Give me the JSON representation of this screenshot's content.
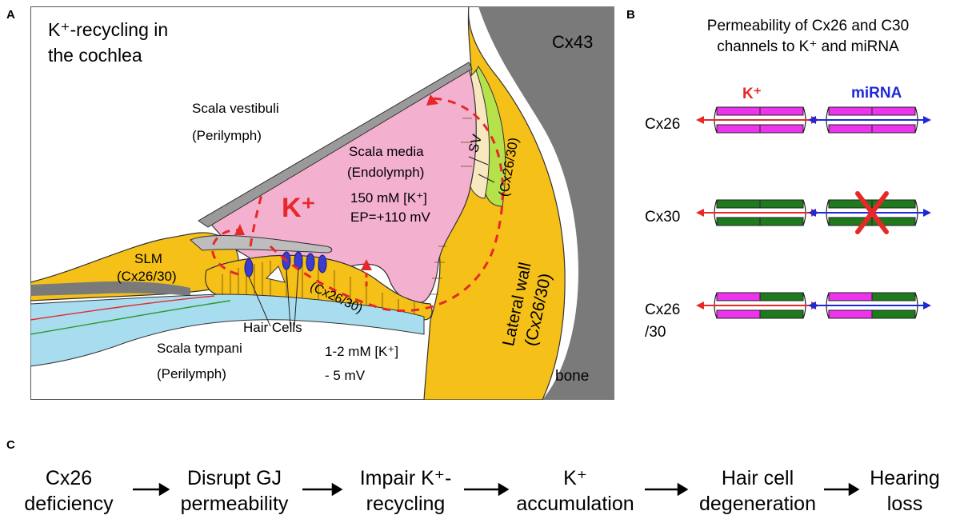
{
  "panels": {
    "a": "A",
    "b": "B",
    "c": "C"
  },
  "panel_a": {
    "title_line1": "K⁺-recycling in",
    "title_line2": "the cochlea",
    "cx43": "Cx43",
    "bone": "bone",
    "scala_vestibuli": "Scala vestibuli",
    "perilymph_top": "(Perilymph)",
    "scala_media": "Scala media",
    "endolymph": "(Endolymph)",
    "k_conc_media": "150 mM [K⁺]",
    "ep": "EP=+110 mV",
    "k_big": "K⁺",
    "sv": "SV",
    "sv_cx": "(Cx26/30)",
    "slm": "SLM",
    "slm_cx": "(Cx26/30)",
    "organ_cx": "(Cx26/30)",
    "hair_cells": "Hair Cells",
    "lateral_wall": "Lateral wall",
    "lateral_wall_cx": "(Cx26/30)",
    "scala_tympani": "Scala tympani",
    "perilymph_bottom": "(Perilymph)",
    "k_conc_tympani": "1-2 mM [K⁺]",
    "mv_tympani": "- 5 mV",
    "colors": {
      "yellow": "#f5c018",
      "pink": "#f4b0cf",
      "gray": "#7a7a7a",
      "blue": "#a8dcef",
      "green": "#b5e14a",
      "red": "#e62828"
    }
  },
  "panel_b": {
    "title_line1": "Permeability of Cx26 and C30",
    "title_line2": "channels to K⁺ and miRNA",
    "col_k": "K⁺",
    "col_mirna": "miRNA",
    "rows": [
      {
        "label": "Cx26",
        "k": "permeable",
        "mirna": "permeable"
      },
      {
        "label": "Cx30",
        "k": "permeable",
        "mirna": "blocked"
      },
      {
        "label_line1": "Cx26",
        "label_line2": "/30",
        "k": "permeable",
        "mirna": "permeable"
      }
    ],
    "colors": {
      "cx26": "#ee33ee",
      "cx30": "#1d7a1d",
      "k": "#e62828",
      "mirna": "#1e2ad6",
      "block": "#e62828"
    }
  },
  "panel_c": {
    "steps": [
      {
        "line1": "Cx26",
        "line2": "deficiency"
      },
      {
        "line1": "Disrupt GJ",
        "line2": "permeability"
      },
      {
        "line1": "Impair K⁺-",
        "line2": "recycling"
      },
      {
        "line1": "K⁺",
        "line2": "accumulation"
      },
      {
        "line1": "Hair cell",
        "line2": "degeneration"
      },
      {
        "line1": "Hearing",
        "line2": "loss"
      }
    ]
  }
}
